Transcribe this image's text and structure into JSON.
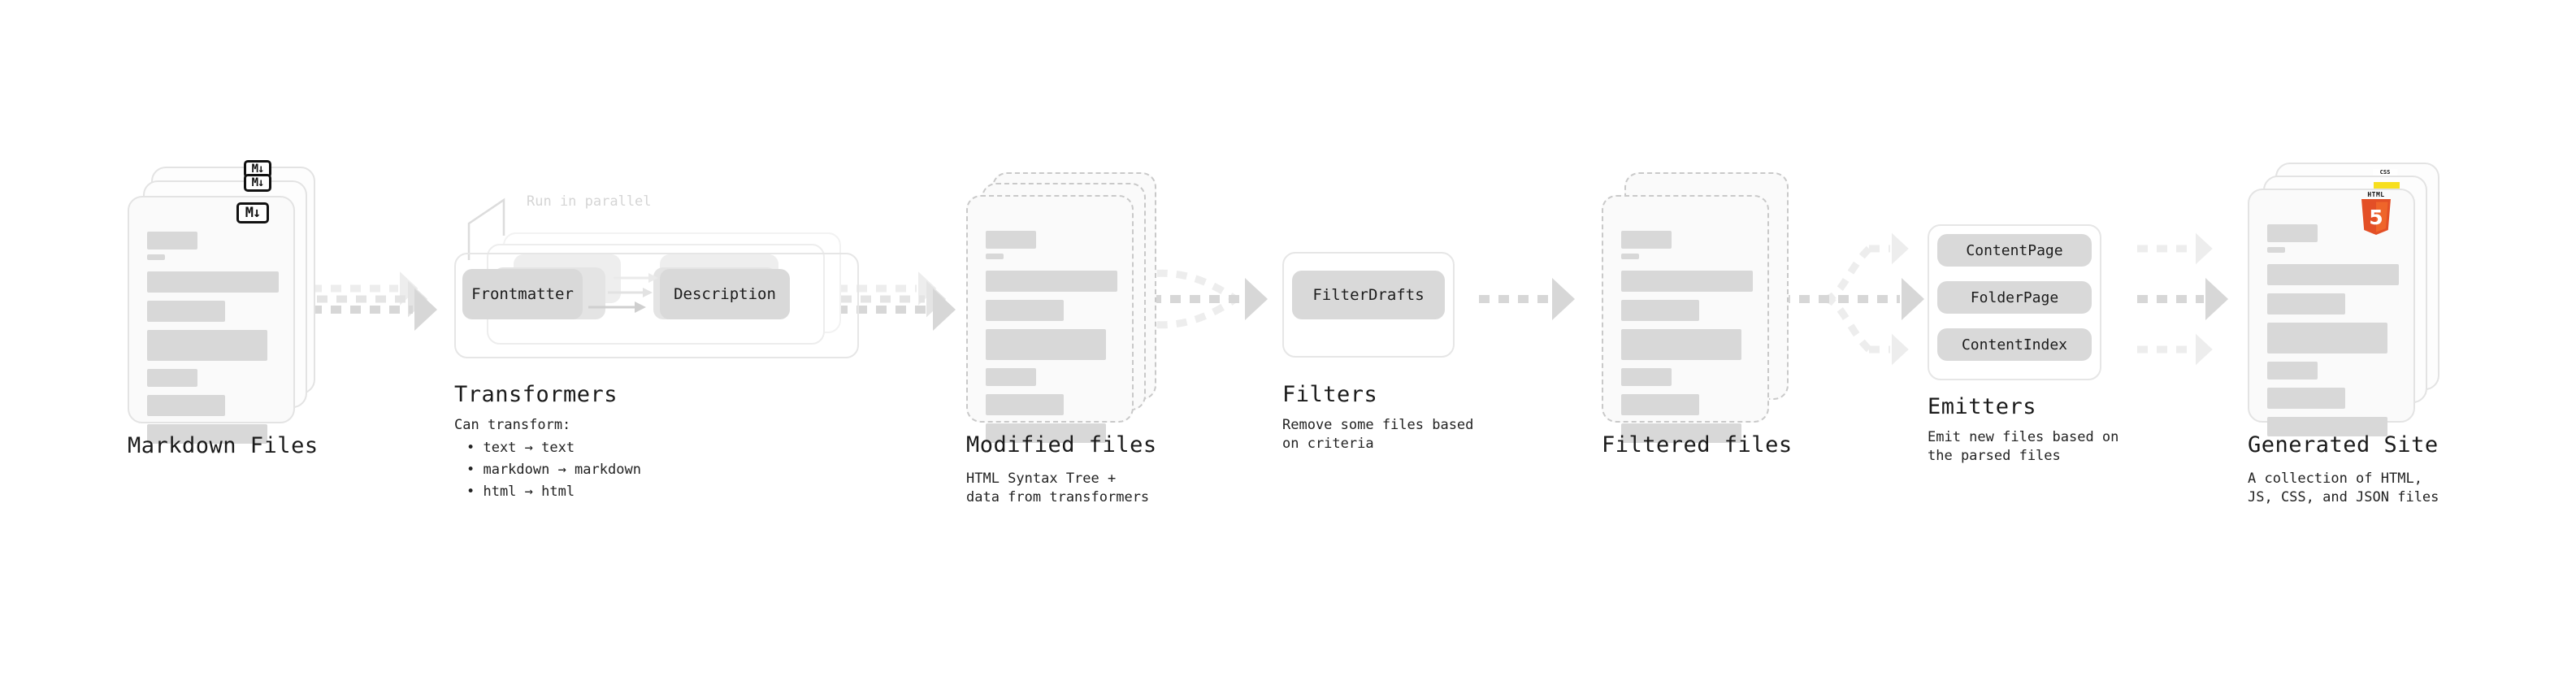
{
  "diagram": {
    "type": "pipeline-flow",
    "orientation": "left-to-right",
    "stage_count": 7
  },
  "stages": {
    "markdown_files": {
      "title": "Markdown Files",
      "badge": "markdown-icon",
      "badge_text": "M",
      "stacked_copies": 3
    },
    "transformers": {
      "title": "Transformers",
      "description": "Can transform:",
      "parallel_note": "Run in parallel",
      "stacked_copies": 3,
      "items": [
        {
          "label": "Frontmatter"
        },
        {
          "label": "Description"
        }
      ],
      "bullets": [
        "• text → text",
        "• markdown → markdown",
        "• html → html"
      ]
    },
    "modified_files": {
      "title": "Modified files",
      "description": "HTML Syntax Tree +\ndata from transformers",
      "stacked_copies": 2
    },
    "filters": {
      "title": "Filters",
      "description": "Remove some files based\non criteria",
      "items": [
        {
          "label": "FilterDrafts"
        }
      ]
    },
    "filtered_files": {
      "title": "Filtered files",
      "description": "",
      "stacked_copies": 2
    },
    "emitters": {
      "title": "Emitters",
      "description": "Emit new files based on\nthe parsed files",
      "items": [
        {
          "label": "ContentPage"
        },
        {
          "label": "FolderPage"
        },
        {
          "label": "ContentIndex"
        }
      ]
    },
    "generated_site": {
      "title": "Generated Site",
      "description": "A collection of HTML,\nJS, CSS, and JSON files",
      "stacked_copies": 3,
      "badges": [
        {
          "name": "css3-icon",
          "text": "CSS",
          "color": "#264de4"
        },
        {
          "name": "javascript-icon",
          "text": "JS",
          "color": "#f7df1e"
        },
        {
          "name": "html5-icon",
          "text": "HTML",
          "number": "5",
          "color": "#e34f26"
        }
      ]
    }
  },
  "colors": {
    "background": "#ffffff",
    "card_fill": "#fafafa",
    "card_border": "#e3e3e3",
    "content_line": "#d8d8d8",
    "chip_fill": "#d9d9d9",
    "arrow": "#d0d0d0",
    "arrow_faded": "#ececec",
    "text": "#1a1a1a",
    "muted_text": "#d5d5d5",
    "html5": "#e34f26",
    "javascript": "#f7df1e",
    "css3": "#264de4"
  }
}
